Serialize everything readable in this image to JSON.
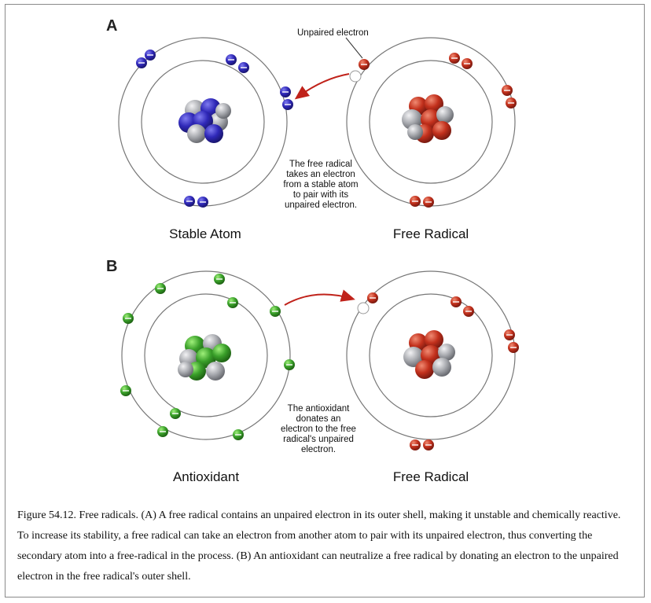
{
  "panel_a": {
    "letter": "A",
    "left_label": "Stable Atom",
    "right_label": "Free Radical",
    "callout": "Unpaired electron",
    "note": [
      "The free radical",
      "takes an electron",
      "from a stable atom",
      "to pair with its",
      "unpaired electron."
    ]
  },
  "panel_b": {
    "letter": "B",
    "left_label": "Antioxidant",
    "right_label": "Free Radical",
    "note": [
      "The antioxidant",
      "donates an",
      "electron to the free",
      "radical's unpaired",
      "electron."
    ]
  },
  "caption": "Figure 54.12. Free radicals. (A) A free radical contains an unpaired electron in its outer shell, making it unstable and chemically reactive. To increase its stability, a free radical can take an electron from another atom to pair with its unpaired electron, thus converting the secondary atom into a free-radical in the process. (B) An antioxidant can neutralize a free radical by donating an electron to the unpaired electron in the free radical's outer shell.",
  "colors": {
    "stable": "#2e2a9a",
    "radical": "#b52a1c",
    "antioxidant": "#3a9a2a",
    "arrow": "#c0221a",
    "grey_proton": "#a9abb0"
  }
}
